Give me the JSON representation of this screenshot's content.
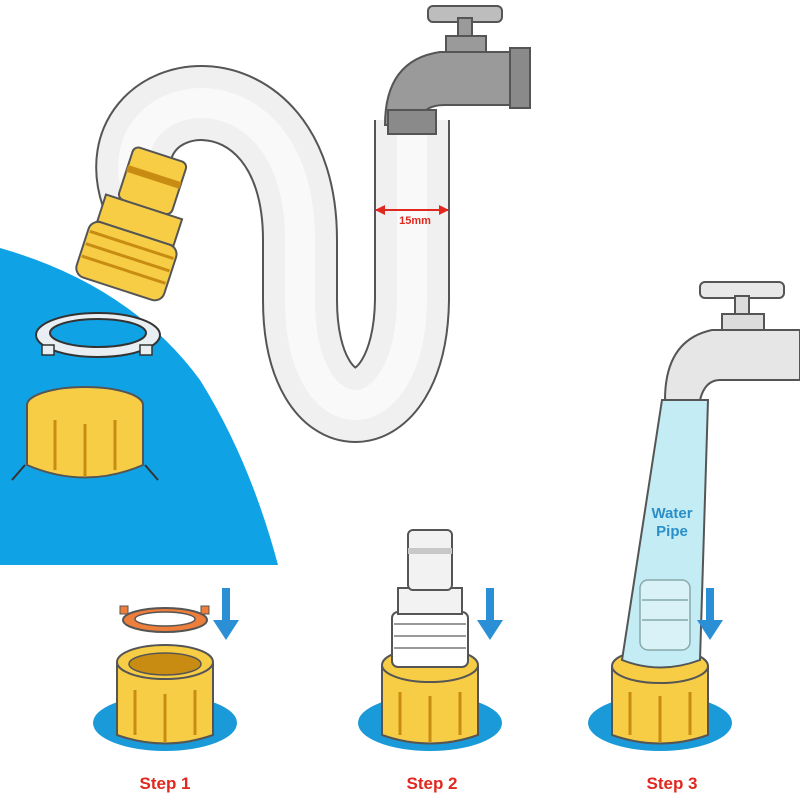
{
  "colors": {
    "pool": "#0fa3e6",
    "brass": "#f6cd45",
    "brass_dark": "#c98c12",
    "washer": "#ee7e3c",
    "arrow": "#2b8fd6",
    "label_red": "#e0281e",
    "pipe_text": "#2a8fc8",
    "water": "#c3ecf4",
    "tap_grey": "#bbbbbb"
  },
  "labels": {
    "dimension": "15mm",
    "pipe_line1": "Water",
    "pipe_line2": "Pipe",
    "step1": "Step 1",
    "step2": "Step 2",
    "step3": "Step 3"
  },
  "icons": [
    "tap-icon",
    "hose-connector-icon",
    "washer-icon",
    "nut-cap-icon",
    "down-arrow-icon"
  ]
}
